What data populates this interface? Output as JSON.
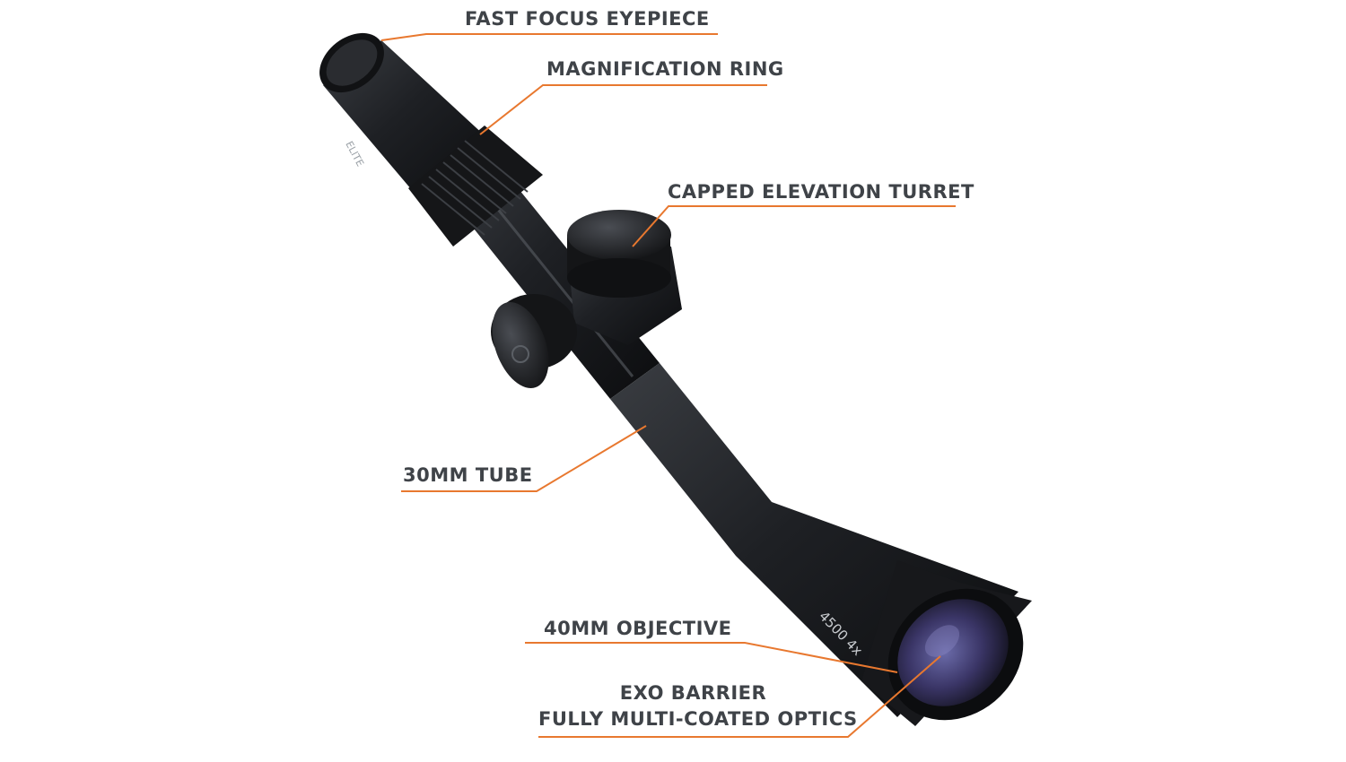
{
  "callouts": {
    "eyepiece": "FAST FOCUS EYEPIECE",
    "magnification": "MAGNIFICATION RING",
    "turret": "CAPPED ELEVATION TURRET",
    "tube": "30MM TUBE",
    "objective": "40MM OBJECTIVE",
    "coating_line1": "EXO BARRIER",
    "coating_line2": "FULLY MULTI-COATED OPTICS"
  },
  "scope_markings": {
    "brand_text": "ELITE",
    "model_text": "4500 4x"
  },
  "colors": {
    "leader_line": "#e8782f",
    "label_text": "#3f4348",
    "scope_body": "#1c1e21"
  }
}
